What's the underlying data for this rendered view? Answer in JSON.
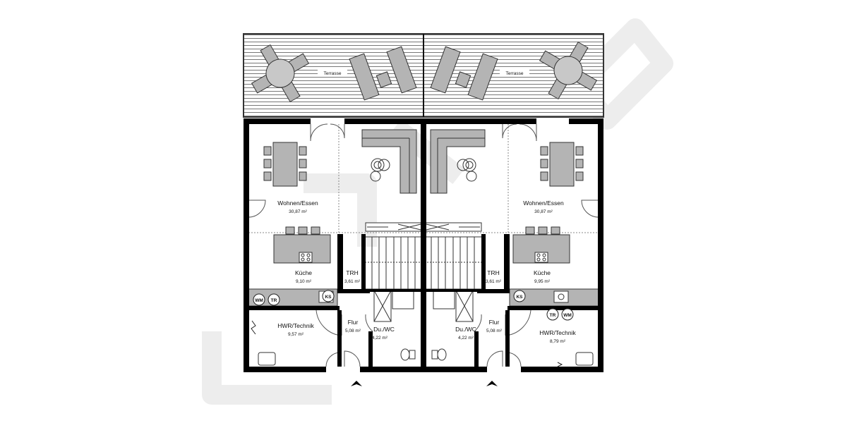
{
  "plan": {
    "terrace_label": "Terrasse",
    "left_unit": {
      "wohnen": {
        "name": "Wohnen/Essen",
        "area": "30,87 m²"
      },
      "kueche": {
        "name": "Küche",
        "area": "9,10 m²"
      },
      "trh": {
        "name": "TRH",
        "area": "3,61 m²"
      },
      "hwr": {
        "name": "HWR/Technik",
        "area": "9,57 m²"
      },
      "flur": {
        "name": "Flur",
        "area": "5,08 m²"
      },
      "duwc": {
        "name": "Du./WC",
        "area": "4,22 m²"
      }
    },
    "right_unit": {
      "wohnen": {
        "name": "Wohnen/Essen",
        "area": "30,87 m²"
      },
      "kueche": {
        "name": "Küche",
        "area": "9,95 m²"
      },
      "trh": {
        "name": "TRH",
        "area": "3,61 m²"
      },
      "hwr": {
        "name": "HWR/Technik",
        "area": "8,79 m²"
      },
      "flur": {
        "name": "Flur",
        "area": "5,08 m²"
      },
      "duwc": {
        "name": "Du./WC",
        "area": "4,22 m²"
      }
    },
    "appliances": {
      "wm": "WM",
      "tr": "TR",
      "ks": "KS"
    }
  },
  "colors": {
    "wall": "#000000",
    "furniture": "#b4b4b4",
    "line": "#666666",
    "watermark": "#ececec"
  }
}
